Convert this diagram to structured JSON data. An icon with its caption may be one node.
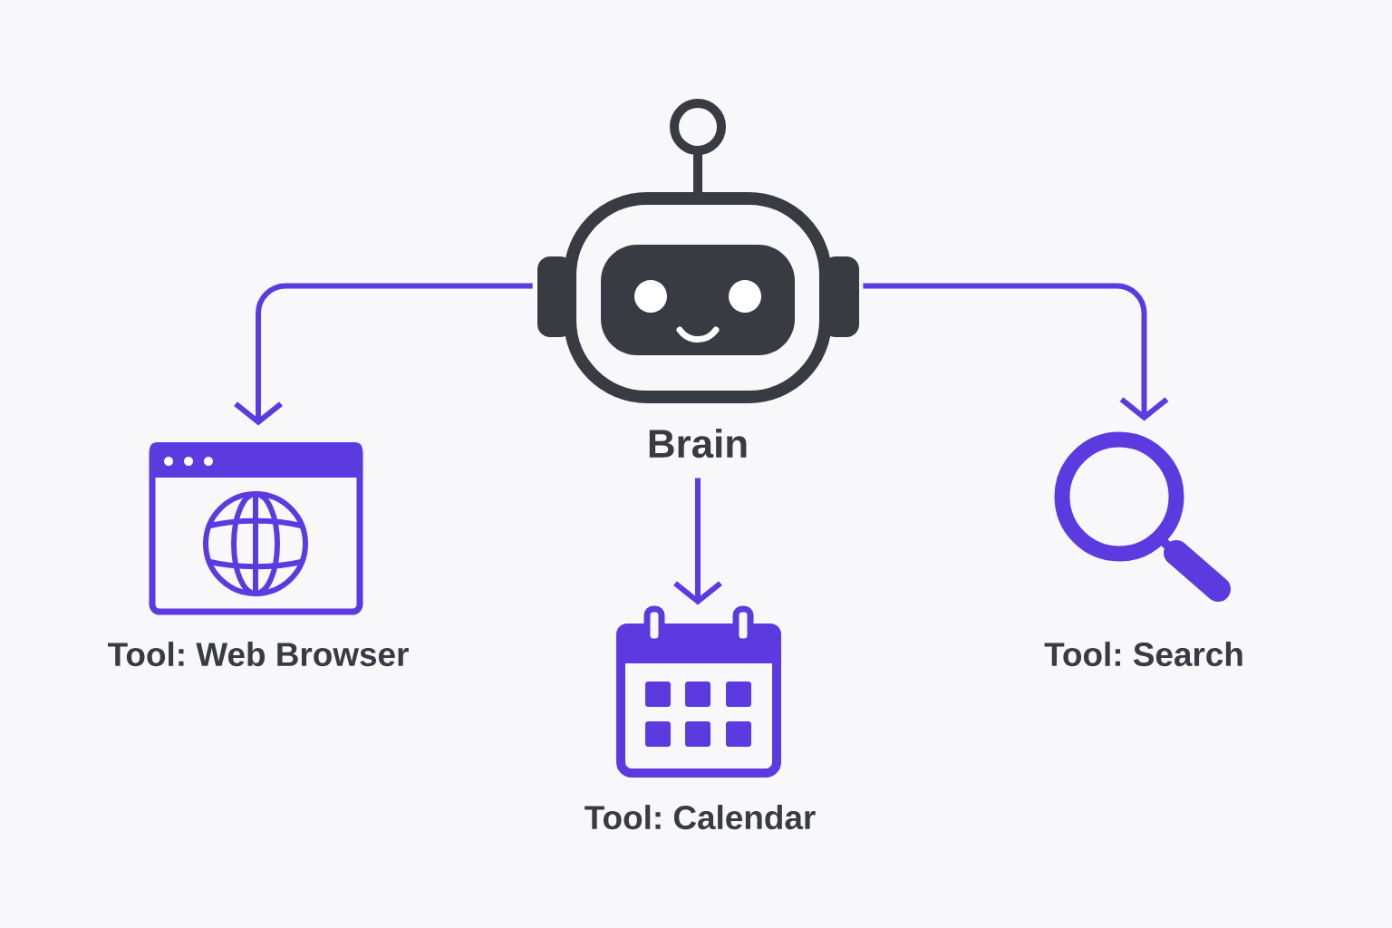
{
  "diagram": {
    "nodes": [
      {
        "text": [
          "Brain"
        ]
      },
      {
        "text": [
          "Tool: Web Browser"
        ]
      },
      {
        "text": [
          "Tool: Calendar"
        ]
      },
      {
        "text": [
          "Tool: Search"
        ]
      }
    ],
    "edges": [
      {
        "from": 0,
        "to": 1,
        "arrow": "to"
      },
      {
        "from": 0,
        "to": 2,
        "arrow": "to"
      },
      {
        "from": 0,
        "to": 3,
        "arrow": "to"
      }
    ]
  }
}
